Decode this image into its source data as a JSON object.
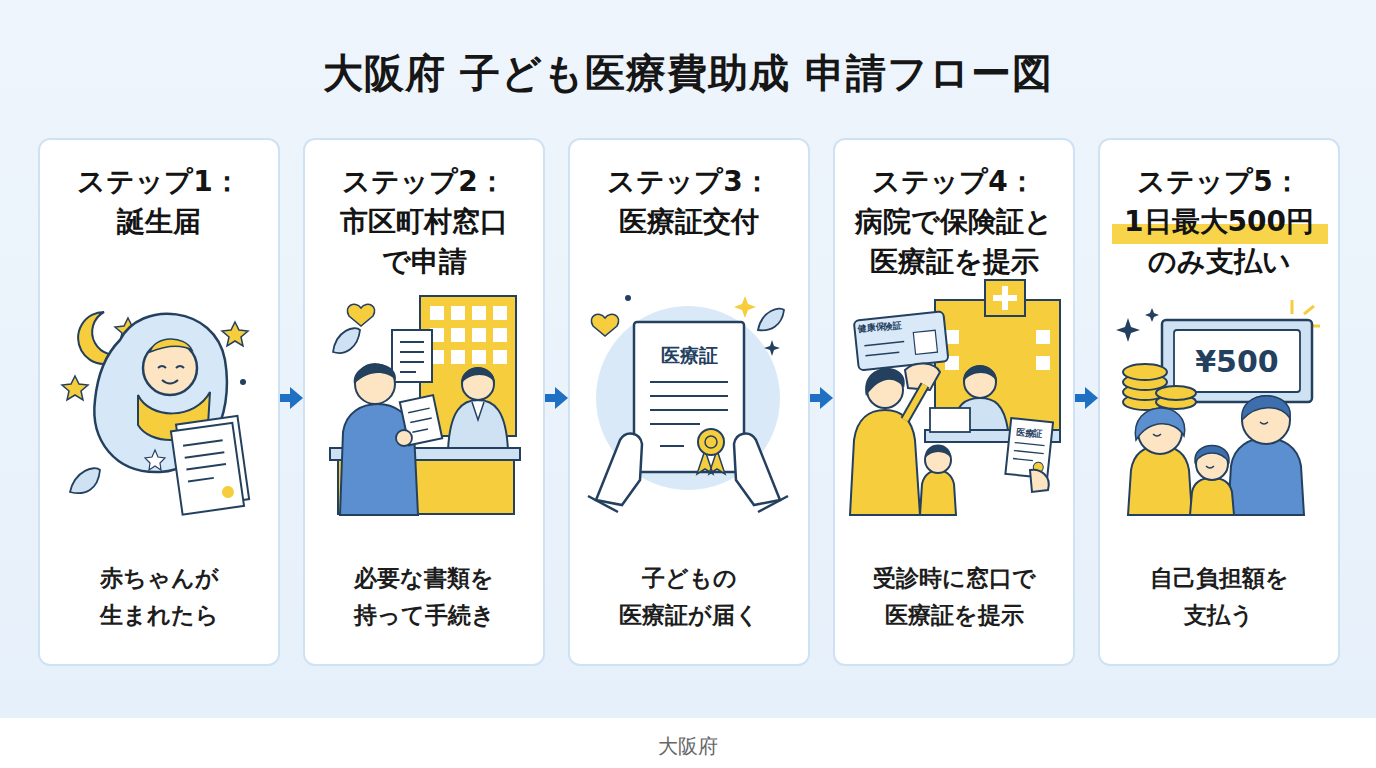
{
  "diagram": {
    "title": "大阪府 子ども医療費助成 申請フロー図",
    "caption": "大阪府",
    "nodes": [
      {
        "text": [
          "ステップ1： 誕生届",
          "赤ちゃんが 生まれたら"
        ]
      },
      {
        "text": [
          "ステップ2： 市区町村窓口 で申請",
          "必要な書類を 持って手続き"
        ]
      },
      {
        "text": [
          "ステップ3： 医療証交付",
          "子どもの 医療証が届く"
        ]
      },
      {
        "text": [
          "ステップ4： 病院で保険証と 医療証を提示",
          "受診時に窓口で 医療証を提示"
        ]
      },
      {
        "text": [
          "ステップ5： 1日最大500円 のみ支払い",
          "自己負担額を 支払う"
        ]
      }
    ],
    "edges": [
      {
        "from": 0,
        "to": 1,
        "arrow": "to"
      },
      {
        "from": 1,
        "to": 2,
        "arrow": "to"
      },
      {
        "from": 2,
        "to": 3,
        "arrow": "to"
      },
      {
        "from": 3,
        "to": 4,
        "arrow": "to"
      }
    ],
    "labels": [
      "医療証",
      "健康保険証",
      "医療証",
      "¥500"
    ]
  }
}
